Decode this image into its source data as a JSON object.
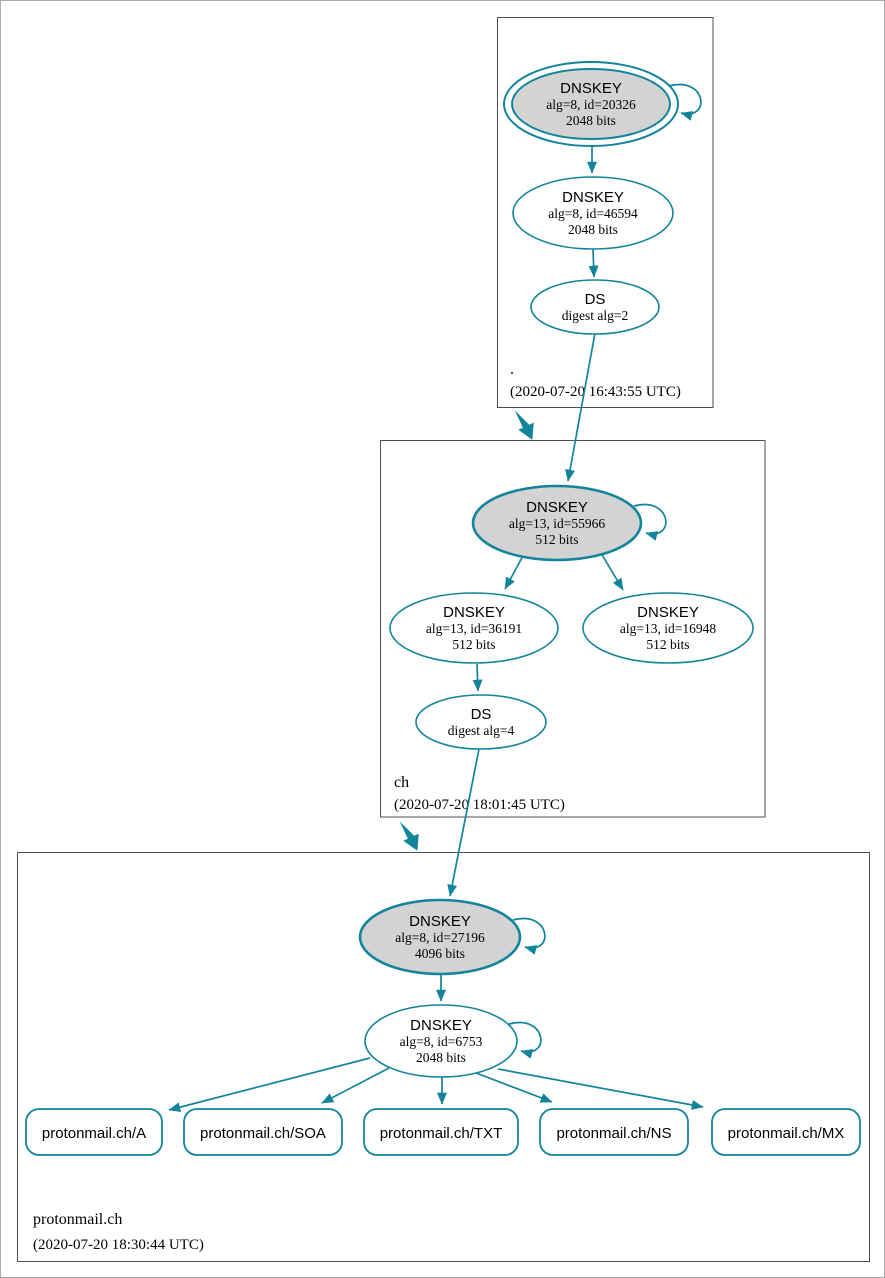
{
  "colors": {
    "edge_teal": "#12849b",
    "sep_key_fill": "#d3d3d3",
    "node_fill": "#ffffff",
    "zone_border": "#4f4f4f"
  },
  "zones": [
    {
      "label": ".",
      "timestamp": "(2020-07-20 16:43:55 UTC)",
      "ksk": {
        "title": "DNSKEY",
        "detail": "alg=8, id=20326",
        "bits": "2048 bits"
      },
      "zsk": {
        "title": "DNSKEY",
        "detail": "alg=8, id=46594",
        "bits": "2048 bits"
      },
      "ds": {
        "title": "DS",
        "detail": "digest alg=2"
      }
    },
    {
      "label": "ch",
      "timestamp": "(2020-07-20 18:01:45 UTC)",
      "ksk": {
        "title": "DNSKEY",
        "detail": "alg=13, id=55966",
        "bits": "512 bits"
      },
      "zsk": {
        "title": "DNSKEY",
        "detail": "alg=13, id=36191",
        "bits": "512 bits"
      },
      "zsk2": {
        "title": "DNSKEY",
        "detail": "alg=13, id=16948",
        "bits": "512 bits"
      },
      "ds": {
        "title": "DS",
        "detail": "digest alg=4"
      }
    },
    {
      "label": "protonmail.ch",
      "timestamp": "(2020-07-20 18:30:44 UTC)",
      "ksk": {
        "title": "DNSKEY",
        "detail": "alg=8, id=27196",
        "bits": "4096 bits"
      },
      "zsk": {
        "title": "DNSKEY",
        "detail": "alg=8, id=6753",
        "bits": "2048 bits"
      },
      "rrsets": [
        "protonmail.ch/A",
        "protonmail.ch/SOA",
        "protonmail.ch/TXT",
        "protonmail.ch/NS",
        "protonmail.ch/MX"
      ]
    }
  ]
}
